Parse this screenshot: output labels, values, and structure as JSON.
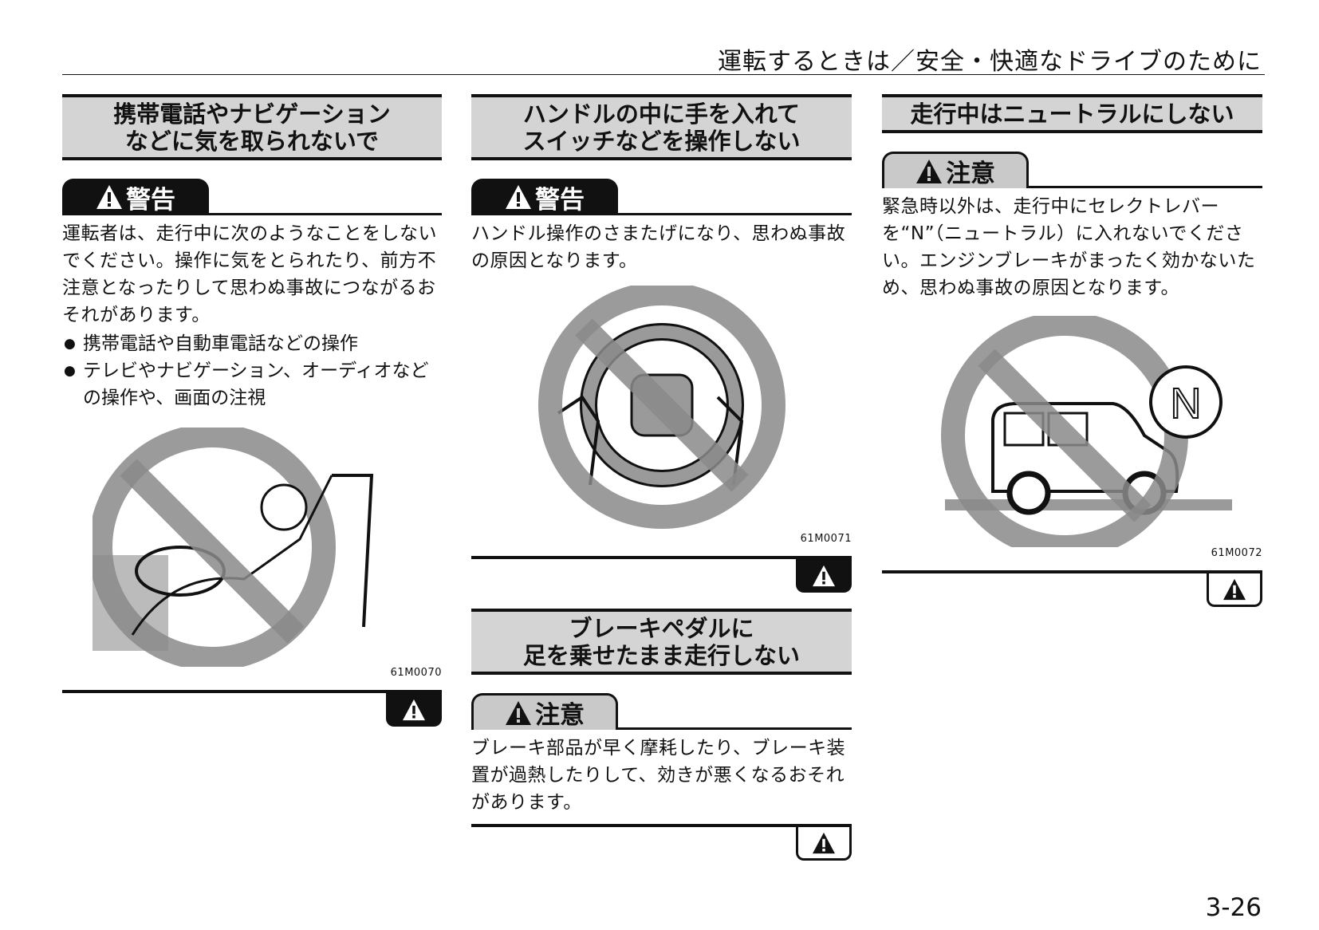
{
  "header": {
    "title": "運転するときは／安全・快適なドライブのために"
  },
  "sections": {
    "phone": {
      "title_line1": "携帯電話やナビゲーション",
      "title_line2": "などに気を取られないで",
      "badge": "警告",
      "body": "運転者は、走行中に次のようなことをしないでください。操作に気をとられたり、前方不注意となったりして思わぬ事故につながるおそれがあります。",
      "bullets": [
        "携帯電話や自動車電話などの操作",
        "テレビやナビゲーション、オーディオなどの操作や、画面の注視"
      ],
      "figure_code": "61M0070"
    },
    "steering": {
      "title_line1": "ハンドルの中に手を入れて",
      "title_line2": "スイッチなどを操作しない",
      "badge": "警告",
      "body": "ハンドル操作のさまたげになり、思わぬ事故の原因となります。",
      "figure_code": "61M0071"
    },
    "brake": {
      "title_line1": "ブレーキペダルに",
      "title_line2": "足を乗せたまま走行しない",
      "badge": "注意",
      "body": "ブレーキ部品が早く摩耗したり、ブレーキ装置が過熱したりして、効きが悪くなるおそれがあります。"
    },
    "neutral": {
      "title_line1": "走行中はニュートラルにしない",
      "badge": "注意",
      "body": "緊急時以外は、走行中にセレクトレバーを“N”（ニュートラル）に入れないでください。エンジンブレーキがまったく効かないため、思わぬ事故の原因となります。",
      "gear_letter": "N",
      "figure_code": "61M0072"
    }
  },
  "page_number": "3-26"
}
